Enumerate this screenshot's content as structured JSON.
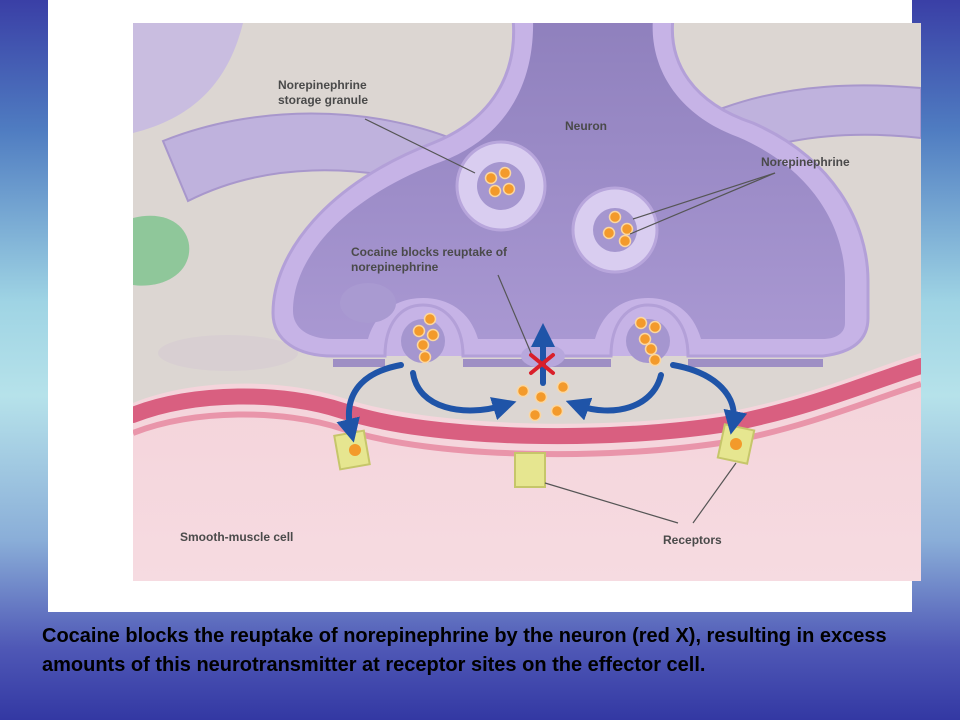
{
  "figure": {
    "labels": {
      "granule": "Norepinephrine storage granule",
      "neuron": "Neuron",
      "norepinephrine": "Norepinephrine",
      "cocaine": "Cocaine blocks reuptake of norepinephrine",
      "muscle": "Smooth-muscle cell",
      "receptors": "Receptors"
    },
    "colors": {
      "neuron_membrane": "#c6b3e6",
      "neuron_interior": "#9c8ac8",
      "muscle": "#efc2cc",
      "muscle_membrane": "#d95f80",
      "arrow": "#1f54a8",
      "block_x": "#d91f2a",
      "vesicle_dot": "#f39a2b",
      "receptor": "#e6e690"
    }
  },
  "caption": "Cocaine blocks the reuptake of norepinephrine by the neuron (red X), resulting in excess amounts of this neurotransmitter at receptor sites on the effector cell."
}
